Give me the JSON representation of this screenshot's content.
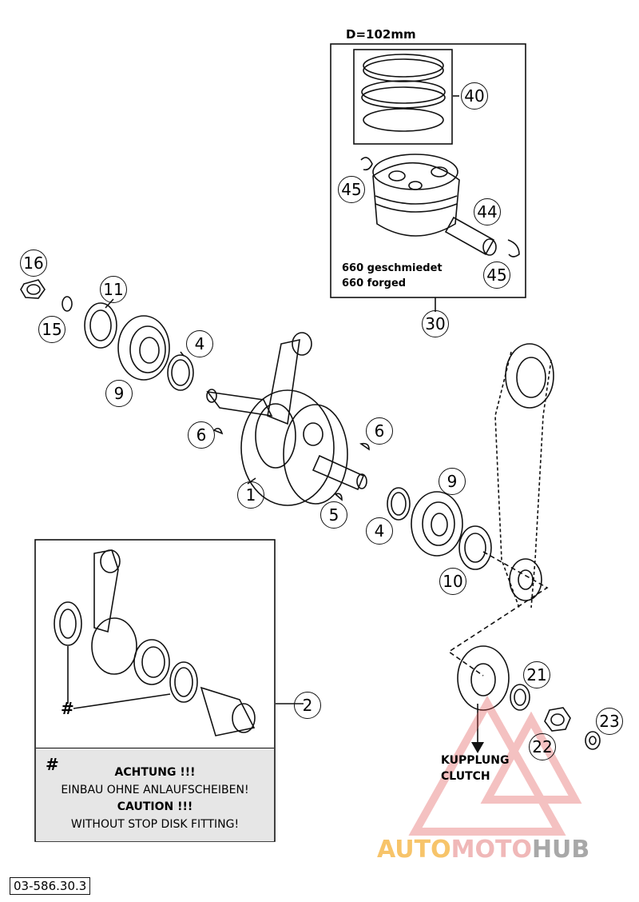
{
  "piston_box": {
    "diameter": "D=102mm",
    "line1": "660 geschmiedet",
    "line2": "660 forged"
  },
  "callouts": [
    "1",
    "2",
    "4",
    "4",
    "5",
    "6",
    "6",
    "9",
    "9",
    "10",
    "11",
    "15",
    "16",
    "21",
    "22",
    "23",
    "30",
    "40",
    "44",
    "45",
    "45"
  ],
  "clutch": {
    "de": "KUPPLUNG",
    "en": "CLUTCH"
  },
  "inset": {
    "hash": "#",
    "warning_hash": "#",
    "achtung": "ACHTUNG !!!",
    "de_text": "EINBAU OHNE ANLAUFSCHEIBEN!",
    "caution": "CAUTION !!!",
    "en_text": "WITHOUT STOP DISK FITTING!"
  },
  "part_number": "03-586.30.3",
  "watermark": {
    "part1": "AUTO",
    "part2": "MOTO",
    "part3": "HUB"
  },
  "colors": {
    "watermark_red": "#e05050",
    "watermark_orange": "#f7c46a",
    "watermark_gray": "#a8a8a8"
  }
}
